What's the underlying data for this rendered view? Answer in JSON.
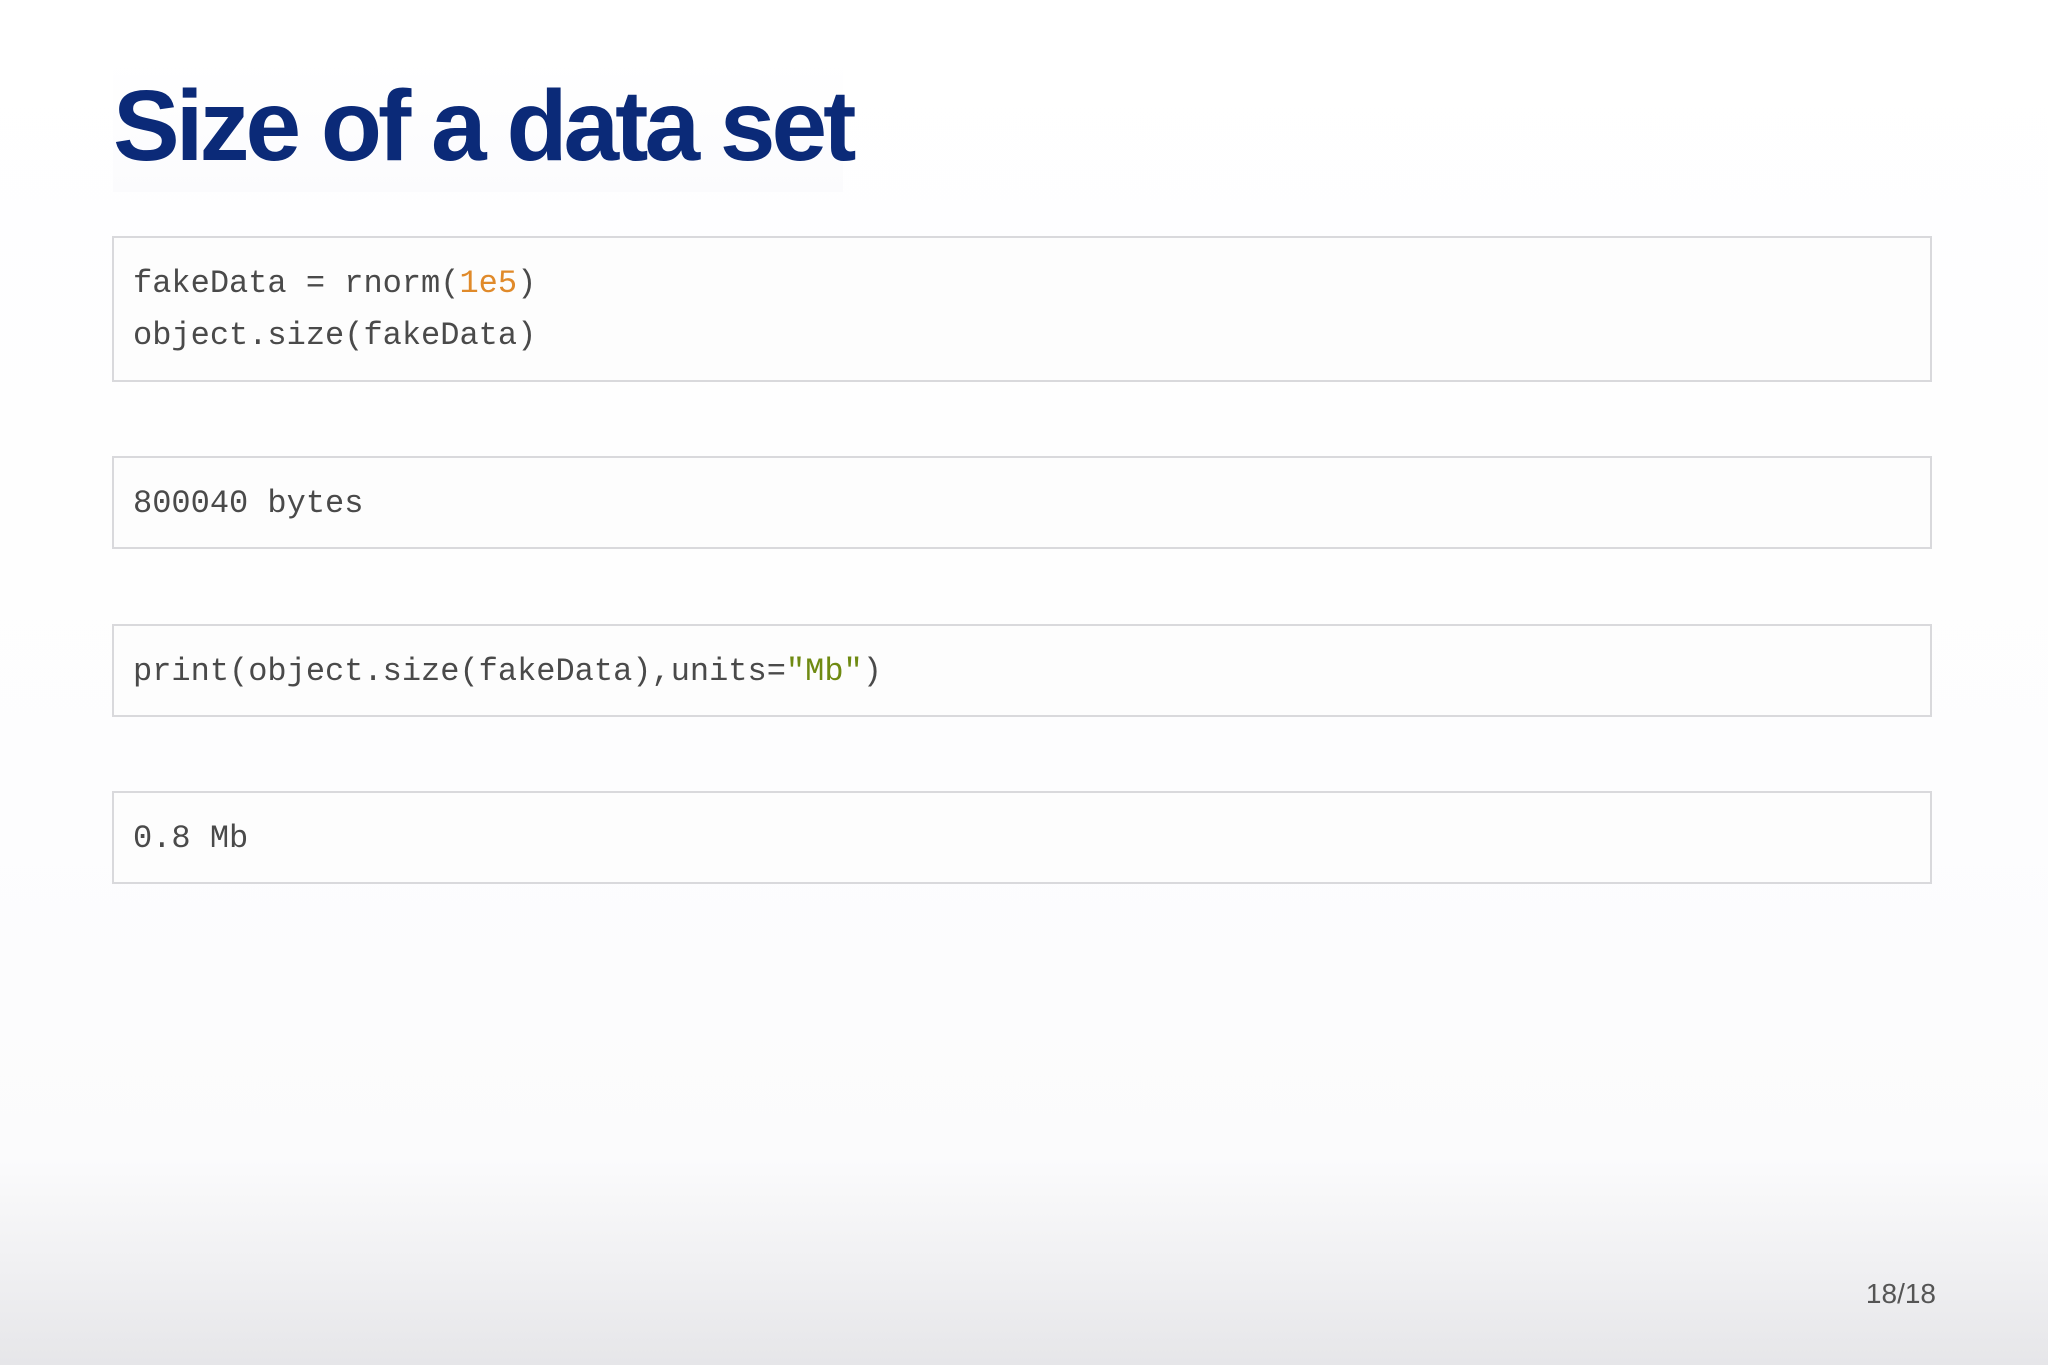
{
  "slide": {
    "title": "Size of a data set",
    "page_number": "18/18"
  },
  "code_block_1": {
    "line1": {
      "before": "fakeData = rnorm(",
      "number": "1e5",
      "after": ")"
    },
    "line2": "object.size(fakeData)"
  },
  "output_1": "800040 bytes",
  "code_block_2": {
    "before": "print(object.size(fakeData),units=",
    "string": "\"Mb\"",
    "after": ")"
  },
  "output_2": "0.8 Mb",
  "colors": {
    "title": "#0b2a78",
    "code_text": "#4a4a4a",
    "number_literal": "#e08a2a",
    "string_literal": "#6f8a12",
    "box_border": "#d9d9dc"
  }
}
